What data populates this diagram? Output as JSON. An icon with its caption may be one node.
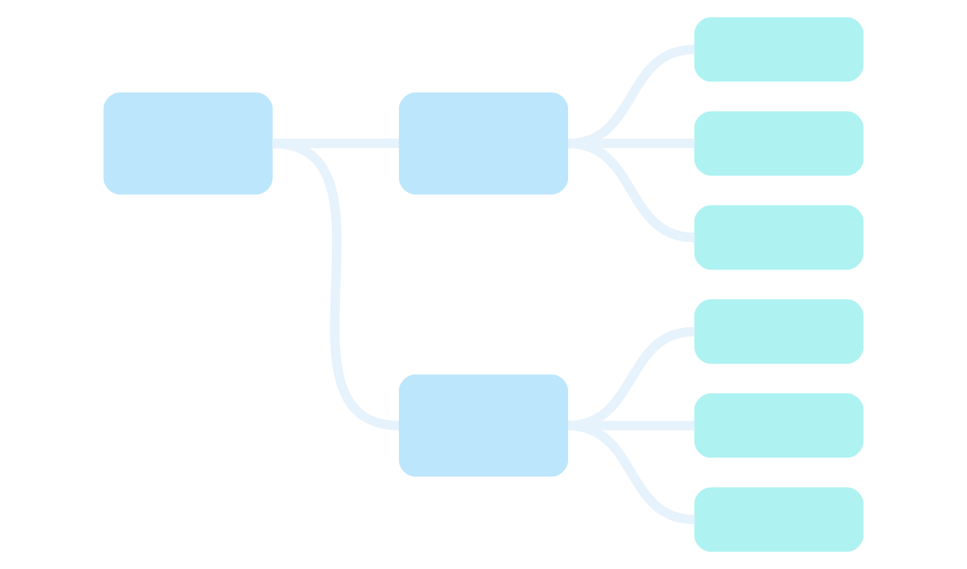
{
  "diagram": {
    "nodes": [
      {
        "text": [],
        "shape": "box"
      },
      {
        "text": [],
        "shape": "box"
      },
      {
        "text": [],
        "shape": "box"
      },
      {
        "text": [],
        "shape": "box"
      },
      {
        "text": [],
        "shape": "box"
      },
      {
        "text": [],
        "shape": "box"
      },
      {
        "text": [],
        "shape": "box"
      },
      {
        "text": [],
        "shape": "box"
      },
      {
        "text": [],
        "shape": "box"
      }
    ],
    "edges": [
      {
        "from": 0,
        "to": 1,
        "arrow": "none"
      },
      {
        "from": 0,
        "to": 5,
        "arrow": "none"
      },
      {
        "from": 1,
        "to": 2,
        "arrow": "none"
      },
      {
        "from": 1,
        "to": 3,
        "arrow": "none"
      },
      {
        "from": 1,
        "to": 4,
        "arrow": "none"
      },
      {
        "from": 5,
        "to": 6,
        "arrow": "none"
      },
      {
        "from": 5,
        "to": 7,
        "arrow": "none"
      },
      {
        "from": 5,
        "to": 8,
        "arrow": "none"
      }
    ]
  }
}
